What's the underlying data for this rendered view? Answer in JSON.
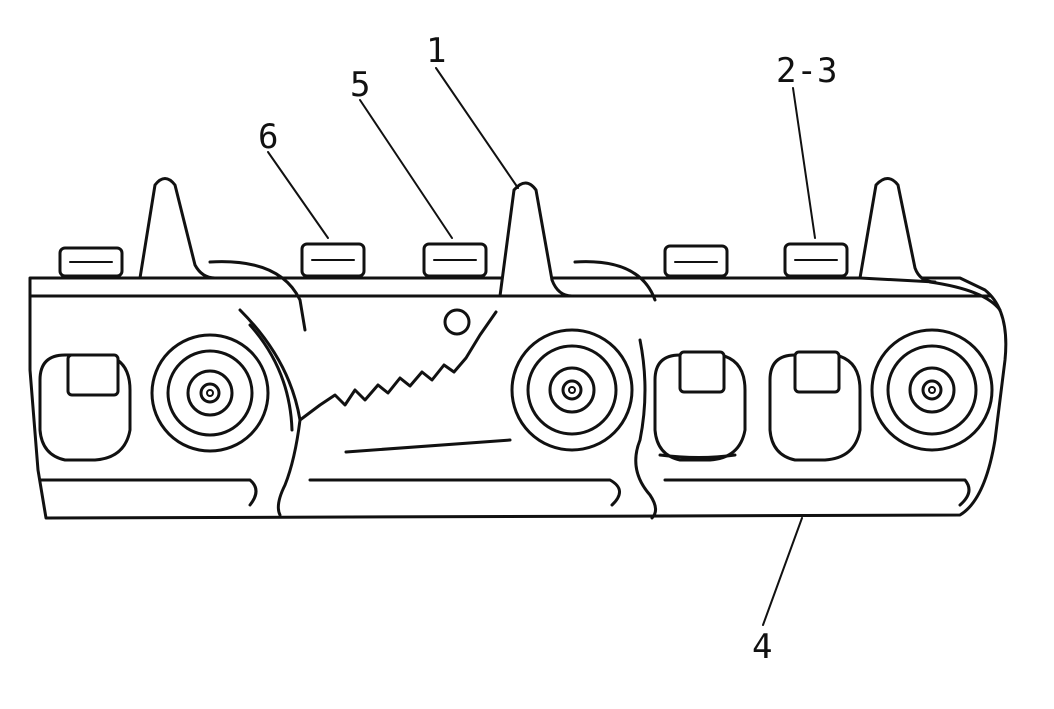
{
  "labels": {
    "part_1": "1",
    "part_5": "5",
    "part_6": "6",
    "part_2_3": "2-3",
    "part_4": "4"
  },
  "colors": {
    "ink": "#111111",
    "paper": "#ffffff"
  }
}
